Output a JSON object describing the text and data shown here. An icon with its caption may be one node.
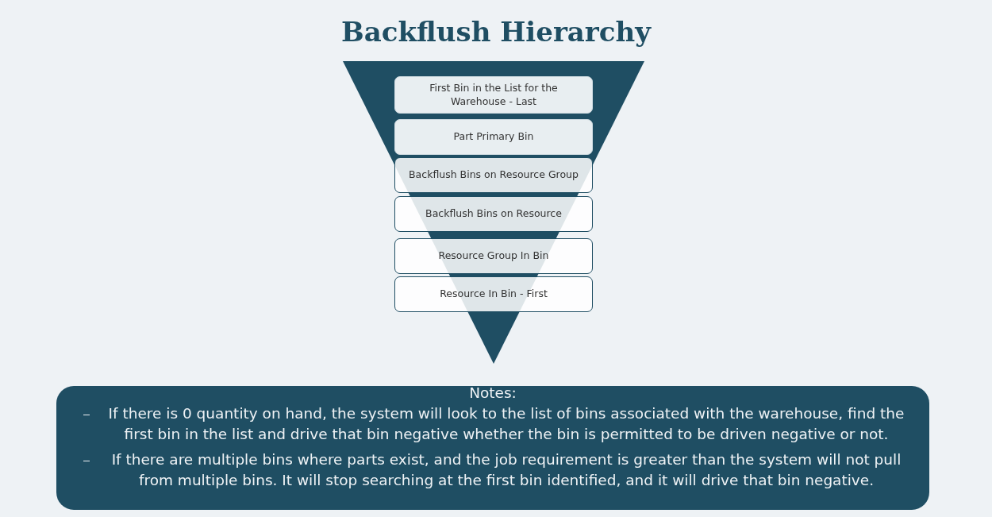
{
  "diagram": {
    "title": "Backflush Hierarchy",
    "nodes": [
      {
        "text": [
          "First Bin in the List for the Warehouse - Last"
        ]
      },
      {
        "text": [
          "Part Primary Bin"
        ]
      },
      {
        "text": [
          "Backflush Bins on Resource Group"
        ]
      },
      {
        "text": [
          "Backflush Bins on Resource"
        ]
      },
      {
        "text": [
          "Resource Group In Bin"
        ]
      },
      {
        "text": [
          "Resource In Bin - First"
        ]
      },
      {
        "text": [
          "Notes:",
          "If there is 0 quantity on hand, the system will look to the list of bins associated with the warehouse, find the first bin in the list and drive that bin negative whether the bin is permitted to be driven negative or not.",
          "If there are multiple bins where parts exist, and the job requirement is greater than the system will not pull from multiple bins. It will stop searching at the first bin identified, and it will drive that bin negative."
        ]
      }
    ],
    "edges": []
  }
}
